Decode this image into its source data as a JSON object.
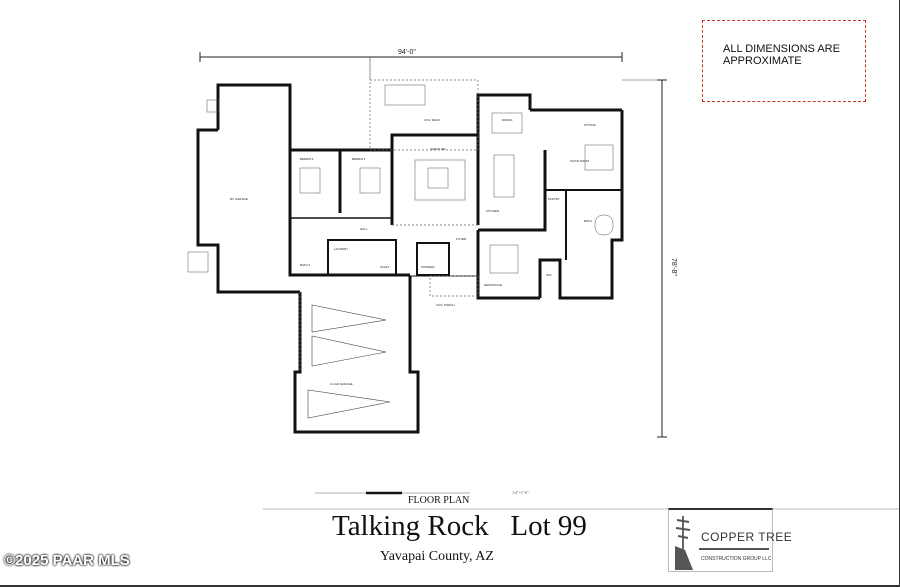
{
  "note": {
    "line1": "ALL DIMENSIONS ARE",
    "line2": "APPROXIMATE"
  },
  "dimensions": {
    "width": "94'-0\"",
    "depth": "78'-8\""
  },
  "rooms": [
    "COV. DECK",
    "DINING",
    "SITTING",
    "SUITE ROOM",
    "GREAT RM",
    "BEDRM 2",
    "BEDRM 3",
    "HALL",
    "KITCHEN",
    "PANTRY",
    "BATH 2",
    "LAUNDRY",
    "VALET",
    "POWDER",
    "FOYER",
    "DEN/OFFICE",
    "WIC",
    "BATH",
    "COV. PORCH",
    "RV GARAGE",
    "3-CAR GARAGE"
  ],
  "title_block": {
    "plan_label": "FLOOR PLAN",
    "scale": "1/4\"=1'-0\"",
    "title": "Talking Rock   Lot 99",
    "location": "Yavapai County, AZ"
  },
  "logo": {
    "name": "COPPER TREE",
    "subtitle": "CONSTRUCTION GROUP LLC"
  },
  "watermark": "©2025 PAAR MLS",
  "colors": {
    "note_border": "#c0392b",
    "walls": "#111111"
  }
}
